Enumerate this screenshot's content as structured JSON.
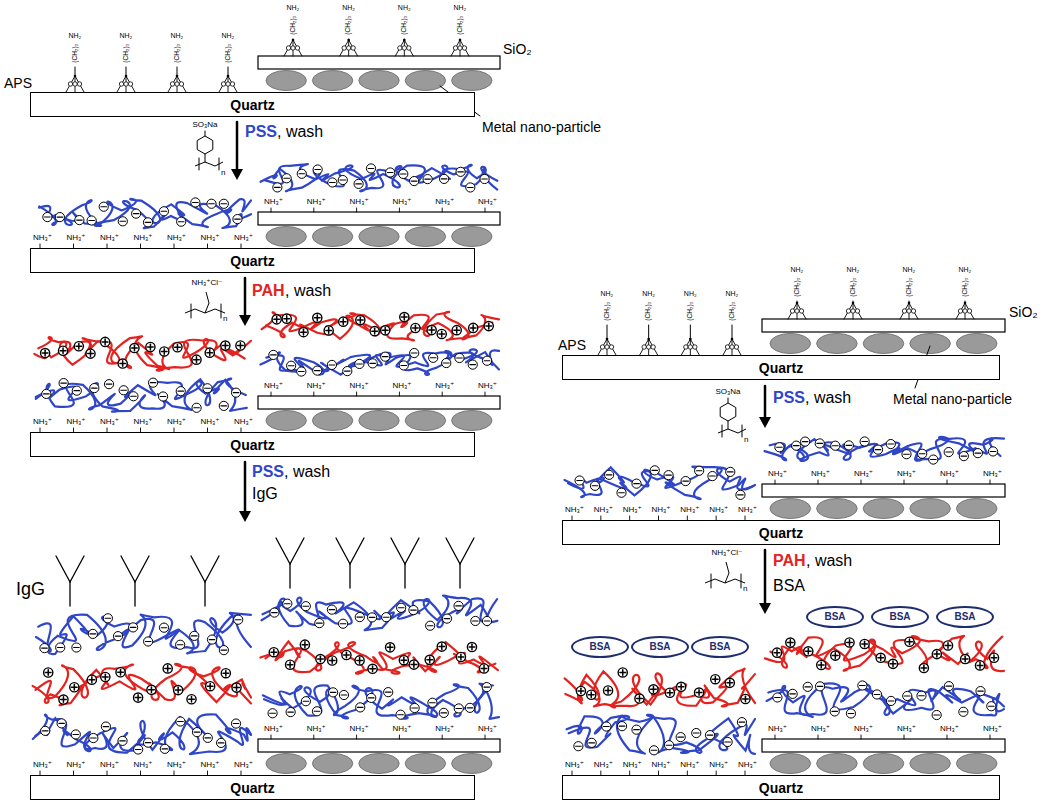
{
  "diagram": {
    "nodes": [
      {
        "text": [
          "Quartz"
        ]
      },
      {
        "text": [
          "Quartz"
        ]
      },
      {
        "text": [
          "Quartz"
        ]
      },
      {
        "text": [
          "Quartz"
        ]
      },
      {
        "text": [
          "Quartz"
        ]
      },
      {
        "text": [
          "Quartz"
        ]
      },
      {
        "text": [
          "BSA"
        ]
      },
      {
        "text": [
          "BSA"
        ]
      },
      {
        "text": [
          "BSA"
        ]
      },
      {
        "text": [
          "BSA"
        ]
      },
      {
        "text": [
          "BSA"
        ]
      },
      {
        "text": [
          "BSA"
        ]
      },
      {
        "text": [
          "Quartz"
        ]
      }
    ],
    "labels": [
      "APS",
      "SiO₂",
      "NH₂",
      "(CH₂)₃",
      "NH₂",
      "(CH₂)₃",
      "NH₂",
      "(CH₂)₃",
      "NH₂",
      "(CH₂)₃",
      "NH₂",
      "(CH₂)₃",
      "NH₂",
      "(CH₂)₃",
      "NH₂",
      "(CH₂)₃",
      "NH₂",
      "(CH₂)₃",
      "Metal nano-particle",
      "SO₃Na",
      "n",
      "PSS",
      ", wash",
      "NH₃⁺",
      "NH₃⁺",
      "NH₃⁺",
      "NH₃⁺",
      "NH₃⁺",
      "NH₃⁺",
      "NH₃⁺",
      "NH₃⁺",
      "NH₃⁺",
      "NH₃⁺",
      "NH₃⁺",
      "NH₃⁺",
      "NH₃⁺",
      "NH₃⁺Cl⁻",
      "n",
      "PAH",
      ", wash",
      "NH₃⁺",
      "NH₃⁺",
      "NH₃⁺",
      "NH₃⁺",
      "NH₃⁺",
      "NH₃⁺",
      "NH₃⁺",
      "NH₃⁺",
      "NH₃⁺",
      "NH₃⁺",
      "NH₃⁺",
      "NH₃⁺",
      "NH₃⁺",
      "PSS",
      ", wash",
      "IgG",
      "IgG",
      "NH₃⁺",
      "NH₃⁺",
      "NH₃⁺",
      "NH₃⁺",
      "NH₃⁺",
      "NH₃⁺",
      "NH₃⁺",
      "NH₃⁺",
      "NH₃⁺",
      "NH₃⁺",
      "NH₃⁺",
      "NH₃⁺",
      "NH₃⁺",
      "APS",
      "SiO₂",
      "NH₂",
      "(CH₂)₃",
      "NH₂",
      "(CH₂)₃",
      "NH₂",
      "(CH₂)₃",
      "NH₂",
      "(CH₂)₃",
      "NH₂",
      "(CH₂)₃",
      "NH₂",
      "(CH₂)₃",
      "NH₂",
      "(CH₂)₃",
      "NH₂",
      "(CH₂)₃",
      "Metal nano-particle",
      "SO₃Na",
      "n",
      "PSS",
      ", wash",
      "NH₃⁺",
      "NH₃⁺",
      "NH₃⁺",
      "NH₃⁺",
      "NH₃⁺",
      "NH₃⁺",
      "NH₃⁺",
      "NH₃⁺",
      "NH₃⁺",
      "NH₃⁺",
      "NH₃⁺",
      "NH₃⁺",
      "NH₃⁺",
      "NH₃⁺Cl⁻",
      "n",
      "PAH",
      ", wash",
      "BSA",
      "NH₃⁺",
      "NH₃⁺",
      "NH₃⁺",
      "NH₃⁺",
      "NH₃⁺",
      "NH₃⁺",
      "NH₃⁺",
      "NH₃⁺",
      "NH₃⁺",
      "NH₃⁺",
      "NH₃⁺",
      "NH₃⁺",
      "NH₃⁺"
    ]
  }
}
